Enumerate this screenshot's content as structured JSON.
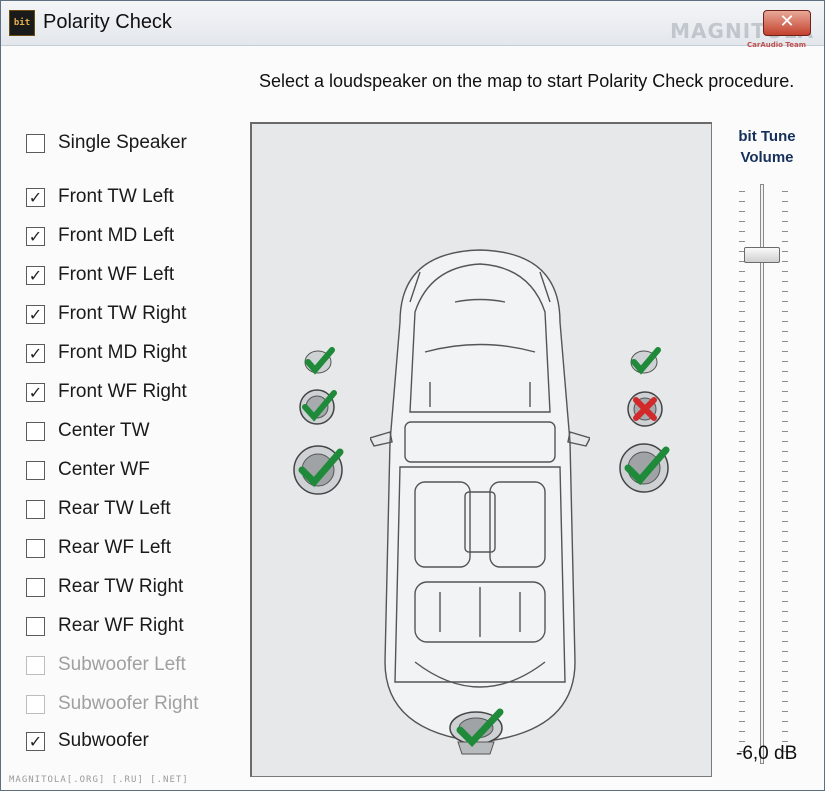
{
  "window": {
    "title": "Polarity Check",
    "app_icon_text": "bit",
    "close_glyph": "✕",
    "watermark": "MAGNITOLA",
    "watermark_sub": "CarAudio Team"
  },
  "instruction": "Select a loudspeaker on the map to start Polarity Check procedure.",
  "speakers": [
    {
      "label": "Single Speaker",
      "checked": false,
      "enabled": true
    },
    {
      "label": "Front TW Left",
      "checked": true,
      "enabled": true
    },
    {
      "label": "Front MD Left",
      "checked": true,
      "enabled": true
    },
    {
      "label": "Front WF Left",
      "checked": true,
      "enabled": true
    },
    {
      "label": "Front TW Right",
      "checked": true,
      "enabled": true
    },
    {
      "label": "Front MD Right",
      "checked": true,
      "enabled": true
    },
    {
      "label": "Front WF Right",
      "checked": true,
      "enabled": true
    },
    {
      "label": "Center TW",
      "checked": false,
      "enabled": true
    },
    {
      "label": "Center WF",
      "checked": false,
      "enabled": true
    },
    {
      "label": "Rear TW Left",
      "checked": false,
      "enabled": true
    },
    {
      "label": "Rear WF Left",
      "checked": false,
      "enabled": true
    },
    {
      "label": "Rear TW Right",
      "checked": false,
      "enabled": true
    },
    {
      "label": "Rear WF Right",
      "checked": false,
      "enabled": true
    },
    {
      "label": "Subwoofer Left",
      "checked": false,
      "enabled": false
    },
    {
      "label": "Subwoofer Right",
      "checked": false,
      "enabled": false
    },
    {
      "label": "Subwoofer",
      "checked": true,
      "enabled": true
    }
  ],
  "map_status": {
    "front_tw_left": "pass",
    "front_md_left": "pass",
    "front_wf_left": "pass",
    "front_tw_right": "pass",
    "front_md_right": "fail",
    "front_wf_right": "pass",
    "subwoofer": "pass"
  },
  "colors": {
    "pass": "#1e8a3a",
    "fail": "#d22a2a"
  },
  "volume": {
    "label_line1": "bit Tune",
    "label_line2": "Volume",
    "value": "-6,0 dB",
    "level_fraction": 0.9
  },
  "footer": "MAGNITOLA[.ORG] [.RU] [.NET]"
}
